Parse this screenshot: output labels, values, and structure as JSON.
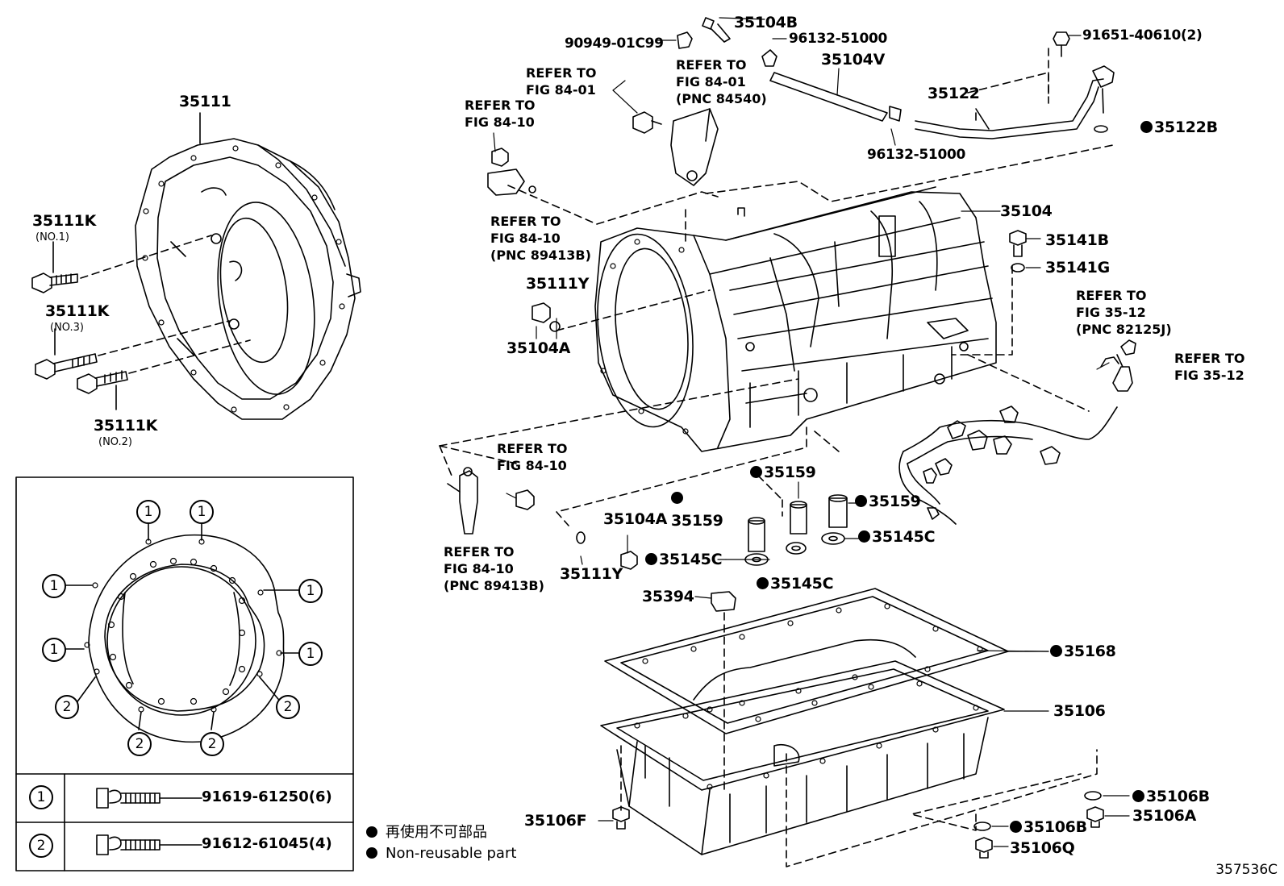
{
  "labels": {
    "p35104B": "35104B",
    "p90949": "90949-01C99",
    "p96132a": "96132-51000",
    "p35104V": "35104V",
    "p91651": "91651-40610(2)",
    "p35122": "35122",
    "p35122B": "35122B",
    "p96132b": "96132-51000",
    "p35111": "35111",
    "p35111K1": "35111K",
    "p35111K1n": "(NO.1)",
    "p35111K3": "35111K",
    "p35111K3n": "(NO.3)",
    "p35111K2": "35111K",
    "p35111K2n": "(NO.2)",
    "p35104": "35104",
    "p35141B": "35141B",
    "p35141G": "35141G",
    "p35111Y_a": "35111Y",
    "p35104A_a": "35104A",
    "p35159a": "35159",
    "p35159b": "35159",
    "p35159c": "35159",
    "p35104A_b": "35104A",
    "p35145Ca": "35145C",
    "p35145Cb": "35145C",
    "p35145Cc": "35145C",
    "p35111Y_b": "35111Y",
    "p35394": "35394",
    "p35168": "35168",
    "p35106": "35106",
    "p35106F": "35106F",
    "p35106B_a": "35106B",
    "p35106A": "35106A",
    "p35106B_b": "35106B",
    "p35106Q": "35106Q"
  },
  "references": {
    "ref1": "REFER TO\nFIG 84-01",
    "ref2": "REFER TO\nFIG 84-01\n(PNC 84540)",
    "ref3": "REFER TO\nFIG 84-10",
    "ref4": "REFER TO\nFIG 84-10\n(PNC 89413B)",
    "ref5": "REFER TO\nFIG 35-12\n(PNC 82125J)",
    "ref6": "REFER TO\nFIG 35-12",
    "ref7": "REFER TO\nFIG 84-10",
    "ref8": "REFER TO\nFIG 84-10\n(PNC 89413B)"
  },
  "bolt_table": {
    "rows": [
      {
        "marker": "1",
        "part": "91619-61250(6)"
      },
      {
        "marker": "2",
        "part": "91612-61045(4)"
      }
    ]
  },
  "flange_markers": [
    "1",
    "1",
    "1",
    "1",
    "1",
    "1",
    "2",
    "2",
    "2",
    "2"
  ],
  "legend": {
    "jp": "再使用不可部品",
    "en": "Non-reusable part"
  },
  "figure_code": "357536C"
}
